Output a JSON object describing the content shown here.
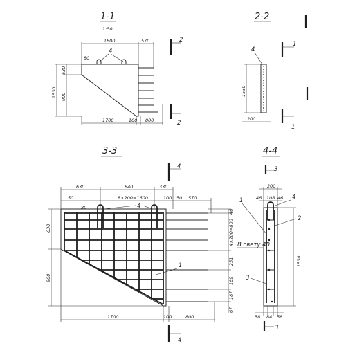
{
  "s11": {
    "title": "1-1",
    "scale": "1:50",
    "d1800": "1800",
    "d570": "570",
    "d80": "80",
    "d4": "4",
    "d630": "630",
    "d1530": "1530",
    "d900": "900",
    "d1700": "1700",
    "d100": "100",
    "d800": "800",
    "cut_top": "2",
    "cut_bottom": "2"
  },
  "s22": {
    "title": "2-2",
    "d4": "4",
    "d1530": "1530",
    "d200": "200",
    "cut_top": "1",
    "cut_bottom": "1"
  },
  "s33": {
    "title": "3-3",
    "d630": "630",
    "d840": "840",
    "d330": "330",
    "d50a": "50",
    "d8x200": "8×200=1600",
    "d100a": "100",
    "d50b": "50",
    "d570": "570",
    "d80": "80",
    "d4": "4",
    "d630v": "630",
    "d900v": "900",
    "d46": "46",
    "d4x200": "4×200=800",
    "d251": "251",
    "d169": "169",
    "d187": "187",
    "d67": "67",
    "d1": "1",
    "d1700": "1700",
    "d100b": "100",
    "d800": "800",
    "cut_top": "4",
    "cut_bottom": "4"
  },
  "s44": {
    "title": "4-4",
    "d200": "200",
    "d46a": "46",
    "d108": "108",
    "d46b": "46",
    "d4": "4",
    "d1": "1",
    "d2": "2",
    "d3": "3",
    "clear": "В свету 40",
    "d1530": "1530",
    "d58": "58",
    "d84": "84",
    "d58b": "58",
    "cut_top": "3",
    "cut_bottom": "3"
  }
}
